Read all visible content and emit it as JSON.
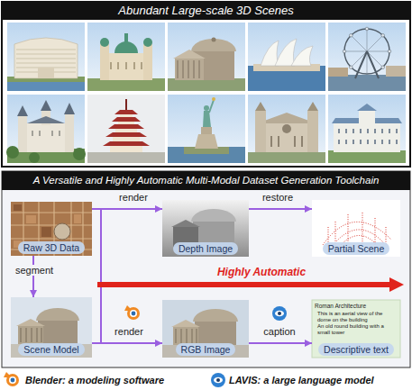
{
  "diagram": {
    "nodes": [
      {
        "text": [
          "Abundant Large-scale 3D Scenes"
        ]
      },
      {
        "text": [
          "A Versatile and Highly Automatic Multi-Modal Dataset Generation Toolchain"
        ]
      },
      {
        "text": [
          "Raw 3D Data"
        ],
        "in": 1
      },
      {
        "text": [
          "Depth Image"
        ],
        "in": 1
      },
      {
        "text": [
          "Partial Scene"
        ],
        "in": 1
      },
      {
        "text": [
          "Scene Model"
        ],
        "in": 1
      },
      {
        "text": [
          "RGB Image"
        ],
        "in": 1
      },
      {
        "text": [
          "Roman Architecture",
          "This is an aerial view of the dome on the building",
          "An old round building with a small tower",
          "Descriptive text"
        ],
        "in": 1
      }
    ],
    "edges": [
      {
        "from": 2,
        "to": 3,
        "label": "render",
        "arrow": "to"
      },
      {
        "from": 3,
        "to": 4,
        "label": "restore",
        "arrow": "to"
      },
      {
        "from": 2,
        "to": 5,
        "label": "segment",
        "arrow": "to"
      },
      {
        "from": 5,
        "to": 6,
        "label": "render",
        "arrow": "to"
      },
      {
        "from": 6,
        "to": 7,
        "label": "caption",
        "arrow": "to"
      }
    ],
    "labels": [
      "Highly Automatic"
    ],
    "legend": [
      {
        "text": "Blender: a modeling software"
      },
      {
        "text": "LAVIS: a large language model"
      }
    ]
  }
}
